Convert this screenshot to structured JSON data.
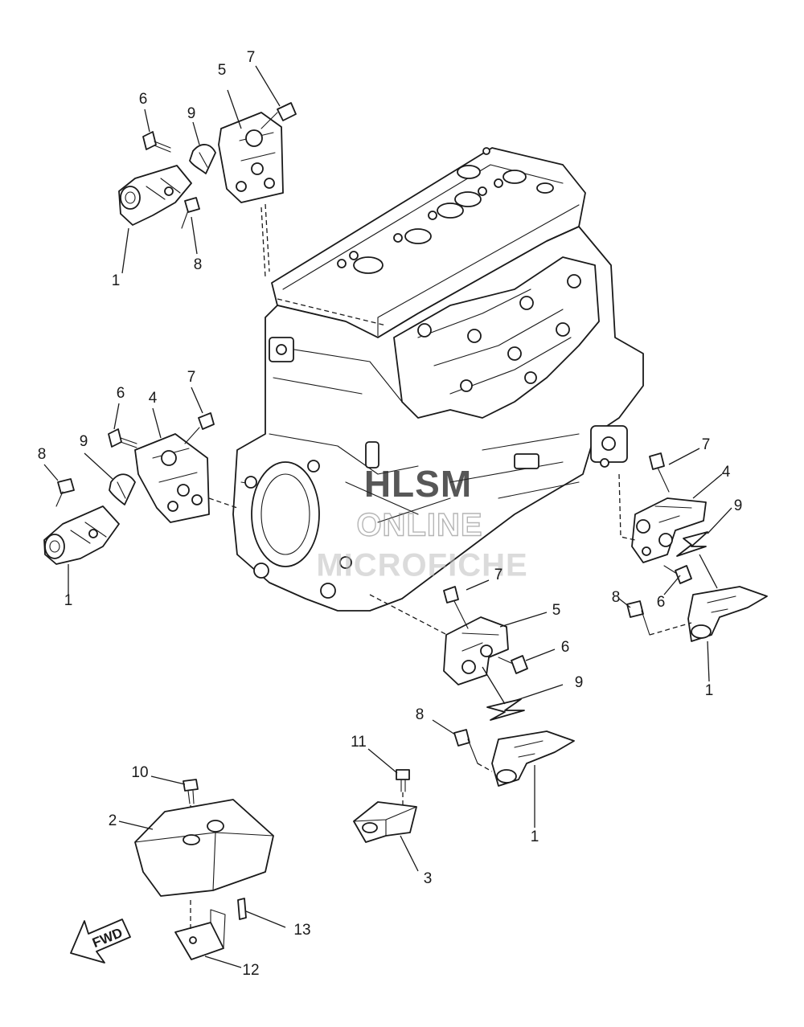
{
  "callouts": [
    {
      "n": "1"
    },
    {
      "n": "1"
    },
    {
      "n": "1"
    },
    {
      "n": "1"
    },
    {
      "n": "2"
    },
    {
      "n": "3"
    },
    {
      "n": "4"
    },
    {
      "n": "4"
    },
    {
      "n": "5"
    },
    {
      "n": "5"
    },
    {
      "n": "6"
    },
    {
      "n": "6"
    },
    {
      "n": "6"
    },
    {
      "n": "6"
    },
    {
      "n": "7"
    },
    {
      "n": "7"
    },
    {
      "n": "7"
    },
    {
      "n": "7"
    },
    {
      "n": "8"
    },
    {
      "n": "8"
    },
    {
      "n": "8"
    },
    {
      "n": "8"
    },
    {
      "n": "9"
    },
    {
      "n": "9"
    },
    {
      "n": "9"
    },
    {
      "n": "9"
    },
    {
      "n": "10"
    },
    {
      "n": "11"
    },
    {
      "n": "12"
    },
    {
      "n": "13"
    }
  ],
  "watermark": {
    "line1": "HLSM",
    "line2": "ONLINE",
    "line3": "MICROFICHE"
  },
  "direction_arrow": {
    "label": "FWD"
  }
}
